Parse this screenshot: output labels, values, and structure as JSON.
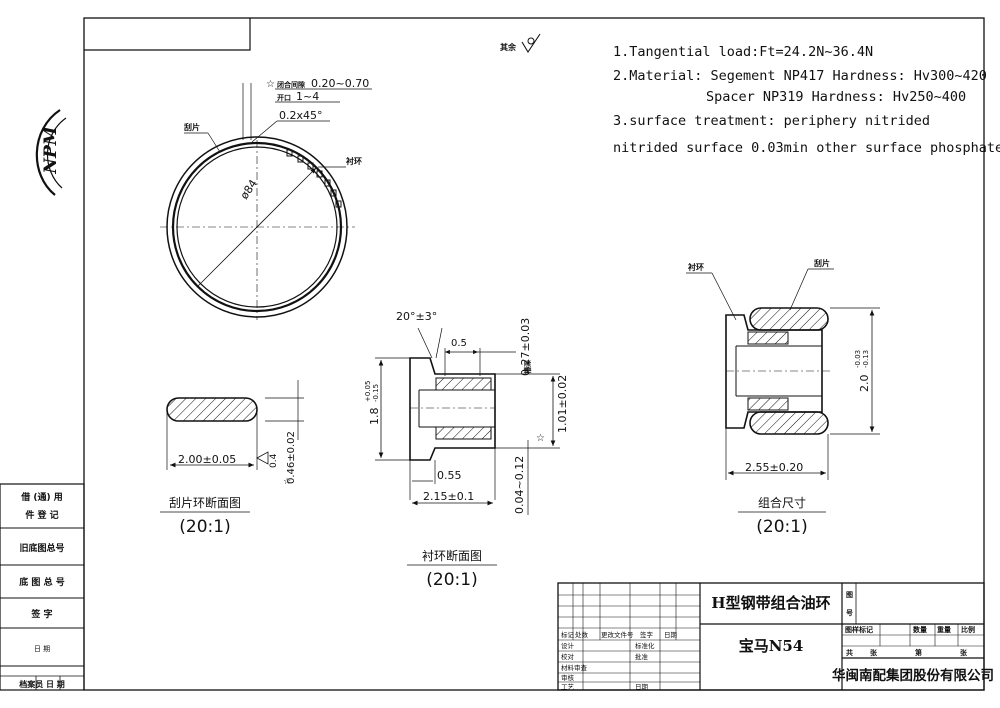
{
  "surface_mark": {
    "label": "其余",
    "symbol": "surface-roughness-icon"
  },
  "notes": [
    "1.Tangential load:Ft=24.2N~36.4N",
    "2.Material: Segement NP417 Hardness: Hv300~420",
    "Spacer  NP319 Hardness: Hv250~400",
    "3.surface treatment:  periphery nitrided",
    "nitrided surface 0.03min other surface phosphate"
  ],
  "logo": {
    "text": "NPM"
  },
  "ring_view": {
    "gap_label": "闭合间隙",
    "gap_value": "0.20~0.70",
    "tooth_label": "开口",
    "tooth_value": "1~4",
    "chamfer": "0.2x45°",
    "segment_label": "刮片",
    "spacer_label": "衬环",
    "diameter": "ø84"
  },
  "segment_section": {
    "width": "2.00±0.05",
    "edge": "0.4",
    "thickness": "0.46±0.02",
    "caption": "刮片环断面图",
    "scale": "(20:1)"
  },
  "spacer_section": {
    "angle": "20°±3°",
    "slot": "0.5",
    "depth": "0.27±0.03",
    "depth_label": "槽深",
    "height": "1.8",
    "height_tol_top": "+0.05",
    "height_tol_bot": "-0.15",
    "inner": "1.01±0.02",
    "width": "2.15±0.1",
    "step": "0.55",
    "gap": "0.04~0.12",
    "caption": "衬环断面图",
    "scale": "(20:1)"
  },
  "assembly": {
    "spacer_label": "衬环",
    "segment_label": "刮片",
    "height": "2.0",
    "height_tol_top": "-0.03",
    "height_tol_bot": "-0.13",
    "width": "2.55±0.20",
    "caption": "组合尺寸",
    "scale": "(20:1)"
  },
  "left_panel": [
    "借 (通) 用",
    "件  登  记",
    "旧底图总号",
    "底 图 总 号",
    "签   字",
    "日      期",
    "档案员 日 期"
  ],
  "title_block": {
    "part_name": "H型钢带组合油环",
    "model": "宝马N54",
    "company": "华闽南配集团股份有限公司",
    "fig_label": "图",
    "fig_no_label": "号",
    "right_header": [
      "图样标记",
      "数量",
      "重量",
      "比例"
    ],
    "right_footer": [
      "共",
      "张",
      "第",
      "张"
    ],
    "rev_header": [
      "标记",
      "处数",
      "更改文件号",
      "签字",
      "日期"
    ],
    "rows": [
      "设计",
      "校对",
      "材料审查",
      "审核",
      "工艺"
    ],
    "mid_labels": [
      "标准化",
      "批准",
      "日期"
    ]
  }
}
